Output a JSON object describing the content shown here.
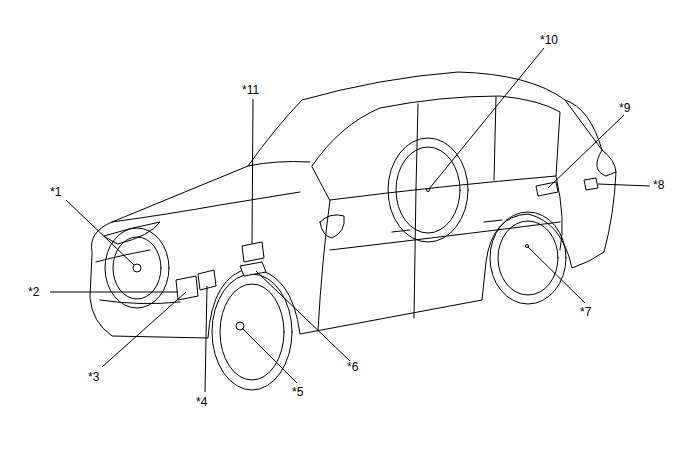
{
  "diagram": {
    "labels": [
      "*1",
      "*2",
      "*3",
      "*4",
      "*5",
      "*6",
      "*7",
      "*8",
      "*9",
      "*10",
      "*11"
    ]
  }
}
